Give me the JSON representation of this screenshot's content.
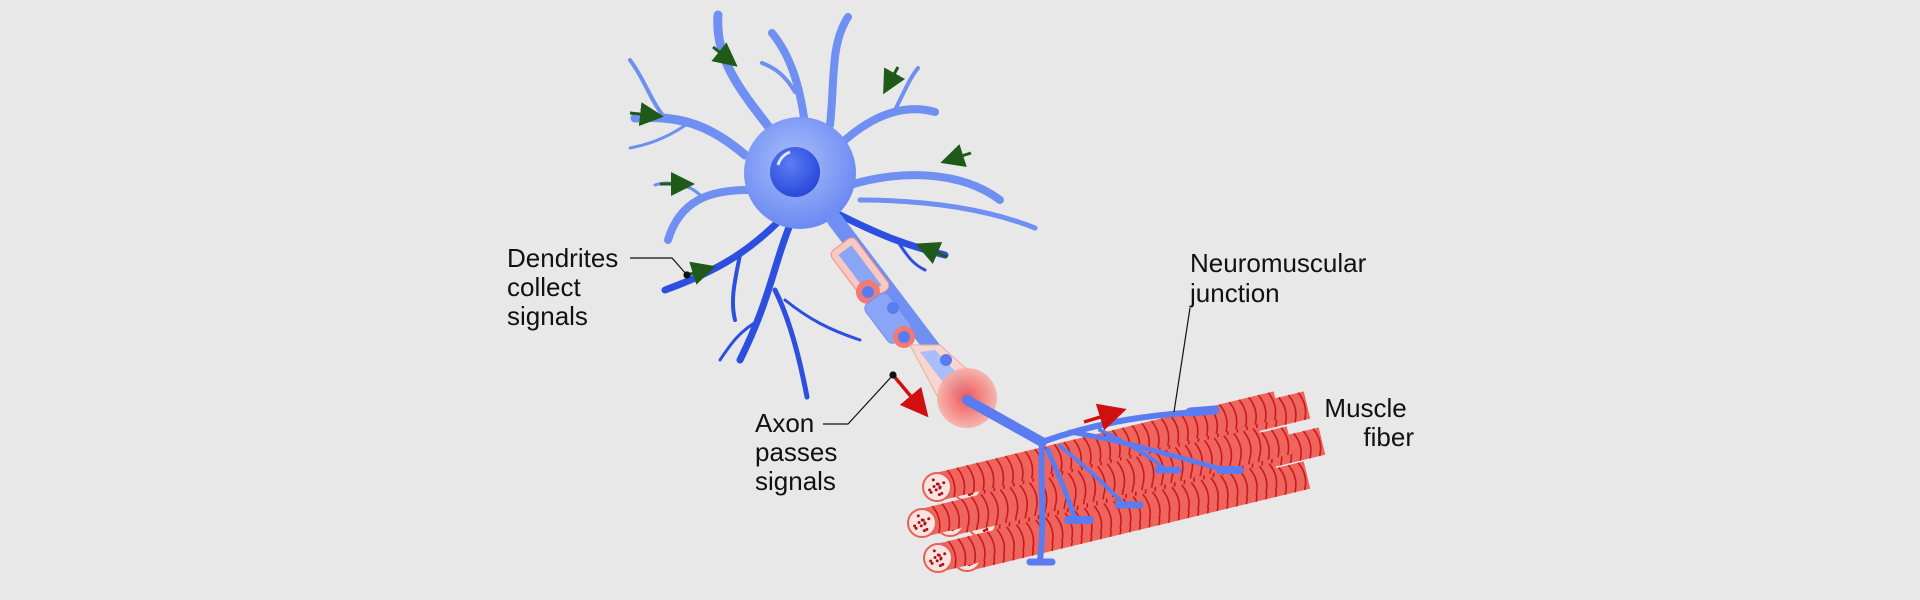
{
  "labels": {
    "dendrites": [
      "Dendrites",
      "collect",
      "signals"
    ],
    "axon": [
      "Axon",
      "passes",
      "signals"
    ],
    "junction": [
      "Neuromuscular",
      "junction"
    ],
    "muscle": [
      "Muscle",
      "fiber"
    ]
  },
  "colors": {
    "background": "#e8e8e8",
    "neuron": "#6f8ff2",
    "neuron_dark": "#2c4fe0",
    "myelin": "#f7c9c0",
    "node": "#f27a72",
    "muscle": "#f0645e",
    "muscle_stripe": "#c81a1a",
    "signal_in_arrow": "#1f5a1a",
    "signal_out_arrow": "#d01010"
  }
}
